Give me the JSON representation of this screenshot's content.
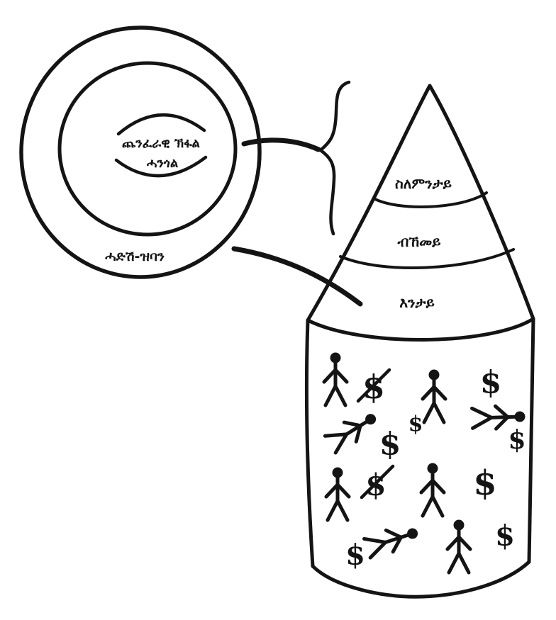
{
  "colors": {
    "ink": "#141414",
    "paper": "#ffffff"
  },
  "brain_circle": {
    "inner_label_line1": "ጨንፈራዊ ኽፋል",
    "inner_label_line2": "ሓንጎል",
    "outer_label": "ሓድሽ-ዝባን"
  },
  "cone": {
    "level1_label": "ስለምንታይ",
    "level2_label": "ብኸመይ",
    "level3_label": "እንታይ"
  },
  "symbols": {
    "dollar": "$"
  }
}
